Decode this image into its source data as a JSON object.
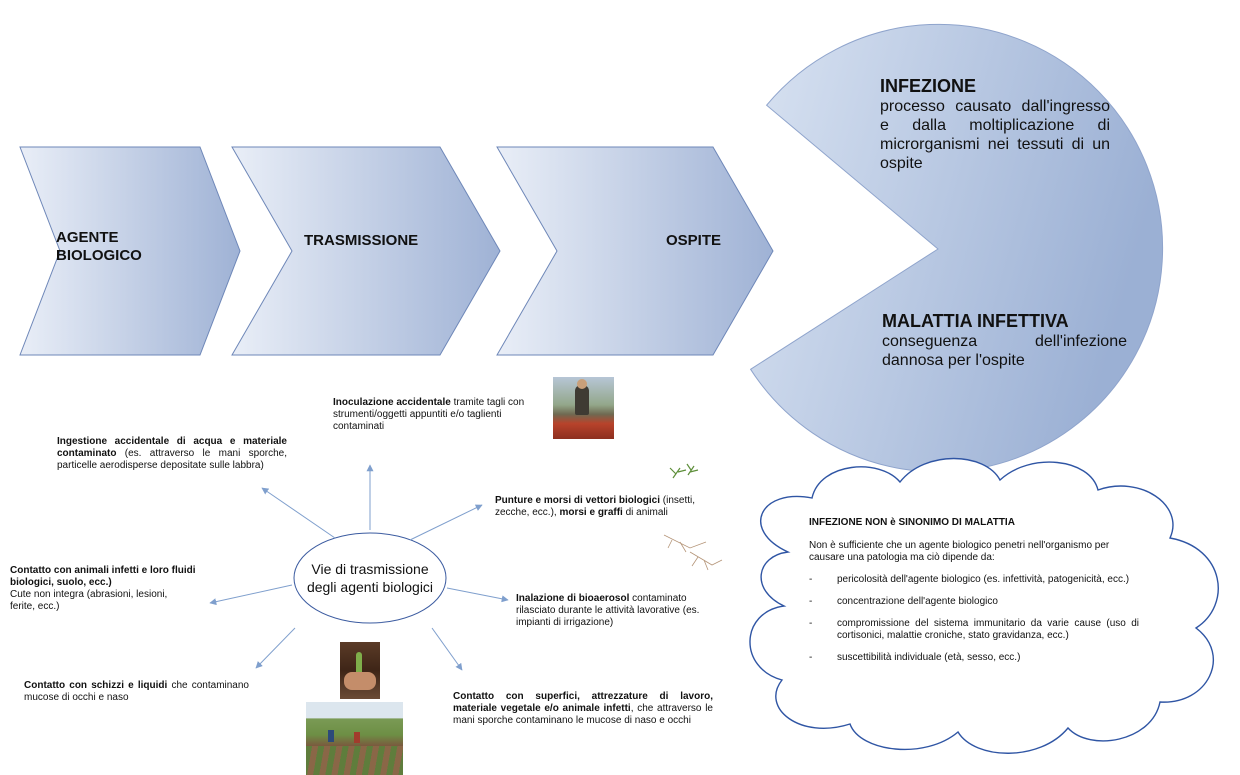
{
  "chain": [
    {
      "lines": [
        "AGENTE",
        "BIOLOGICO"
      ]
    },
    {
      "lines": [
        "TRASMISSIONE"
      ]
    },
    {
      "lines": [
        "OSPITE"
      ]
    }
  ],
  "outcome": {
    "infection": {
      "title": "INFEZIONE",
      "text": "processo causato dall'ingresso e dalla moltiplicazione di microrganismi nei tessuti di un ospite"
    },
    "disease": {
      "title": "MALATTIA INFETTIVA",
      "text": "conseguenza dell'infezione dannosa per l'ospite"
    }
  },
  "center": {
    "lines": [
      "Vie di trasmissione",
      "degli agenti biologici"
    ]
  },
  "routes": {
    "inoculation": {
      "bold": "Inoculazione accidentale",
      "rest": " tramite tagli con strumenti/oggetti appuntiti e/o taglienti contaminati"
    },
    "ingestion": {
      "bold": "Ingestione accidentale di acqua e materiale contaminato",
      "rest": " (es. attraverso le mani sporche, particelle aerodisperse depositate sulle labbra)"
    },
    "bites": {
      "bold1": "Punture e morsi di vettori biologici",
      "mid": " (insetti, zecche, ecc.), ",
      "bold2": "morsi e graffi",
      "rest": " di animali"
    },
    "animals": {
      "bold": "Contatto con animali infetti e loro fluidi biologici, suolo, ecc.)",
      "rest": "Cute non integra (abrasioni, lesioni, ferite, ecc.)"
    },
    "inhalation": {
      "bold": "Inalazione di bioaerosol",
      "rest": " contaminato rilasciato durante le attività lavorative (es. impianti di irrigazione)"
    },
    "splashes": {
      "bold": "Contatto con schizzi e liquidi",
      "rest": " che contaminano mucose di occhi e naso"
    },
    "surfaces": {
      "bold": "Contatto con superfici, attrezzature di lavoro, materiale vegetale e/o animale infetti",
      "rest": ", che attraverso le mani sporche contaminano le mucose di naso e occhi"
    }
  },
  "cloud": {
    "title": "INFEZIONE NON è SINONIMO DI MALATTIA",
    "intro": "Non è sufficiente che un agente biologico penetri nell'organismo per causare una patologia ma ciò dipende da:",
    "items": [
      "pericolosità dell'agente biologico (es. infettività, patogenicità, ecc.)",
      "concentrazione dell'agente biologico",
      "compromissione del sistema immunitario da varie cause (uso di cortisonici, malattie croniche, stato gravidanza, ecc.)",
      "suscettibilità individuale (età, sesso, ecc.)"
    ]
  },
  "colors": {
    "shape_dark": "#9fb3d6",
    "shape_light": "#e6ecf6",
    "outline": "#3b5ba0",
    "arrow": "#7f9fcd",
    "cloud_stroke": "#2f55a4"
  }
}
